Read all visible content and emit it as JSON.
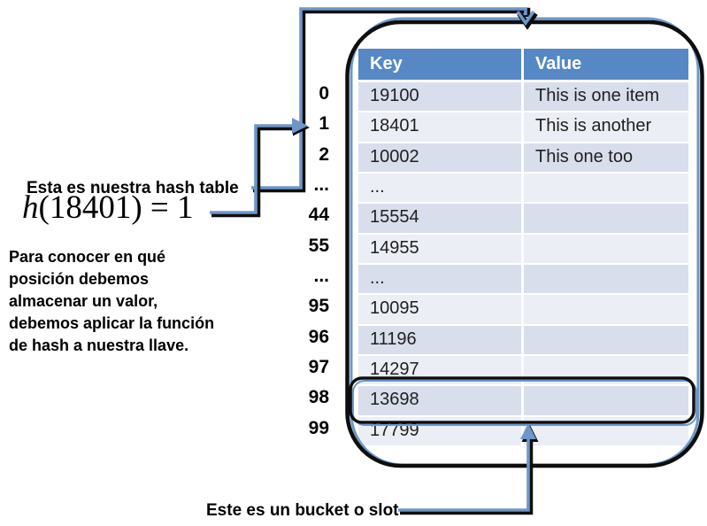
{
  "annotations": {
    "hash_table_label": "Esta es nuestra hash table",
    "formula": {
      "func": "h",
      "arg": "(18401)",
      "equals": " = ",
      "result": "1"
    },
    "explanation_lines": [
      "Para conocer en qué",
      "posición debemos",
      "almacenar un valor,",
      "debemos aplicar la función",
      "de hash a nuestra llave."
    ],
    "bucket_label": "Este es un bucket o slot"
  },
  "table": {
    "headers": [
      "Key",
      "Value"
    ],
    "rows": [
      {
        "index": "0",
        "key": "19100",
        "value": "This is one item",
        "highlighted": false
      },
      {
        "index": "1",
        "key": "18401",
        "value": "This is another",
        "highlighted": false
      },
      {
        "index": "2",
        "key": "10002",
        "value": "This one too",
        "highlighted": false
      },
      {
        "index": "...",
        "key": "...",
        "value": "",
        "highlighted": false
      },
      {
        "index": "44",
        "key": "15554",
        "value": "",
        "highlighted": false
      },
      {
        "index": "55",
        "key": "14955",
        "value": "",
        "highlighted": false
      },
      {
        "index": "...",
        "key": "...",
        "value": "",
        "highlighted": false
      },
      {
        "index": "95",
        "key": "10095",
        "value": "",
        "highlighted": false
      },
      {
        "index": "96",
        "key": "11196",
        "value": "",
        "highlighted": false
      },
      {
        "index": "97",
        "key": "14297",
        "value": "",
        "highlighted": false
      },
      {
        "index": "98",
        "key": "13698",
        "value": "",
        "highlighted": true
      },
      {
        "index": "99",
        "key": "17799",
        "value": "",
        "highlighted": false
      }
    ]
  },
  "colors": {
    "header_bg": "#5588C4",
    "band_dark": "#D9DEEC",
    "band_light": "#EBEEF5",
    "arrow_blue": "#6E96C8",
    "outline_black": "#0E0E0E",
    "header_text": "#FFFFFF"
  }
}
